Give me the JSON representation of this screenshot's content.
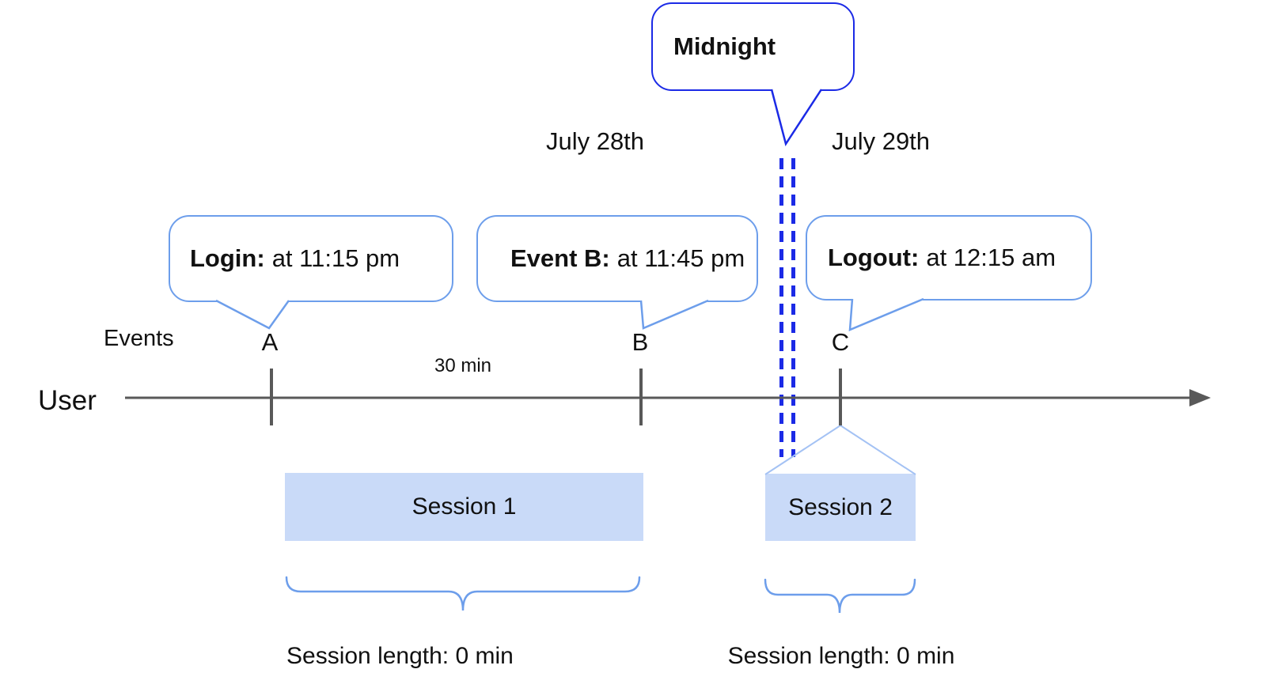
{
  "dates": {
    "left": "July 28th",
    "right": "July 29th"
  },
  "midnight_callout": {
    "label": "Midnight"
  },
  "callouts": {
    "login": {
      "bold": "Login:",
      "rest": "at 11:15 pm"
    },
    "event_b": {
      "bold": "Event B:",
      "rest": "at 11:45 pm"
    },
    "logout": {
      "bold": "Logout:",
      "rest": "at 12:15 am"
    }
  },
  "timeline": {
    "events_label": "Events",
    "user_label": "User",
    "markers": {
      "a": "A",
      "b": "B",
      "c": "C"
    },
    "interval_label": "30 min"
  },
  "sessions": {
    "session1": {
      "label": "Session 1",
      "length_label": "Session length: 0 min"
    },
    "session2": {
      "label": "Session 2",
      "length_label": "Session length: 0 min"
    }
  },
  "colors": {
    "strong_blue": "#1b2ae6",
    "callout_blue": "#6d9eeb",
    "session_fill": "#c9daf8",
    "funnel_blue": "#a4c2f4",
    "axis_gray": "#595959",
    "text_black": "#111111"
  }
}
